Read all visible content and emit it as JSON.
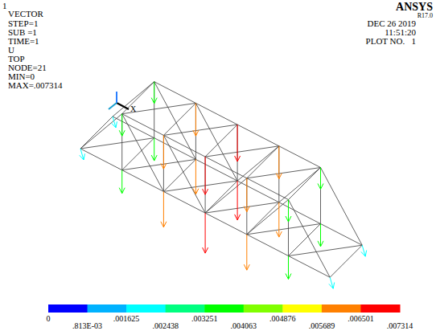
{
  "diagram": {
    "labels": [
      "1",
      "VECTOR",
      "STEP=1",
      "SUB =1",
      "TIME=1",
      "U",
      "TOP",
      "NODE=21",
      "MIN=0",
      "MAX=.007314",
      "ANSYS",
      "R17.0",
      "DEC 26 2019",
      "11:51:20",
      "PLOT NO.   1",
      "X",
      "0",
      ".813E-03",
      ".001625",
      ".002438",
      ".003251",
      ".004063",
      ".004876",
      ".005689",
      ".006501",
      ".007314"
    ]
  }
}
